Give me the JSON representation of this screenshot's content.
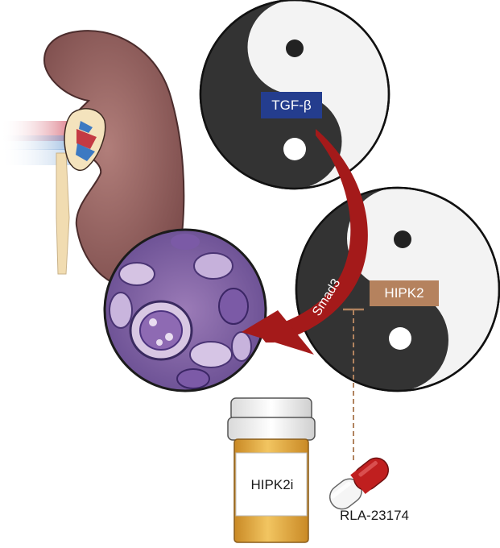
{
  "labels": {
    "tgf": "TGF-β",
    "hipk2": "HIPK2",
    "smad3": "Smad3",
    "bottle": "HIPK2i",
    "drug": "RLA-23174"
  },
  "colors": {
    "tgf_box": "#243d8e",
    "hipk2_box": "#b5825e",
    "arrow": "#a41a1a",
    "kidney": "#9a6866",
    "yin_dark": "#333333",
    "yang_light": "#f2f2f2",
    "bottle_body": "#e0a83a",
    "capsule_red": "#c01f1f"
  },
  "icons": [
    "kidney-illustration",
    "yin-yang-icon",
    "histology-image",
    "pill-bottle-icon",
    "capsule-icon",
    "inhibition-line"
  ]
}
